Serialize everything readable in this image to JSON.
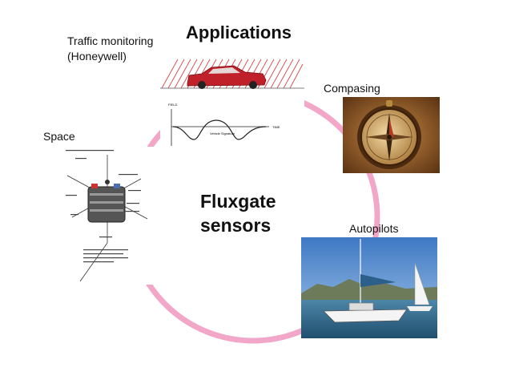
{
  "title": "Applications",
  "center": {
    "line1": "Fluxgate",
    "line2": "sensors"
  },
  "captions": {
    "traffic_line1": "Traffic monitoring",
    "traffic_line2": "(Honeywell)",
    "compasing": "Compasing",
    "space": "Space",
    "autopilots": "Autopilots"
  },
  "traffic_graph": {
    "ylabel": "FIELD",
    "xlabel": "TIME",
    "signature_label": "Vehicle Signature"
  },
  "colors": {
    "ring": "#f2a7c9",
    "field_lines": "#d23a3a",
    "car": "#c0202a"
  }
}
